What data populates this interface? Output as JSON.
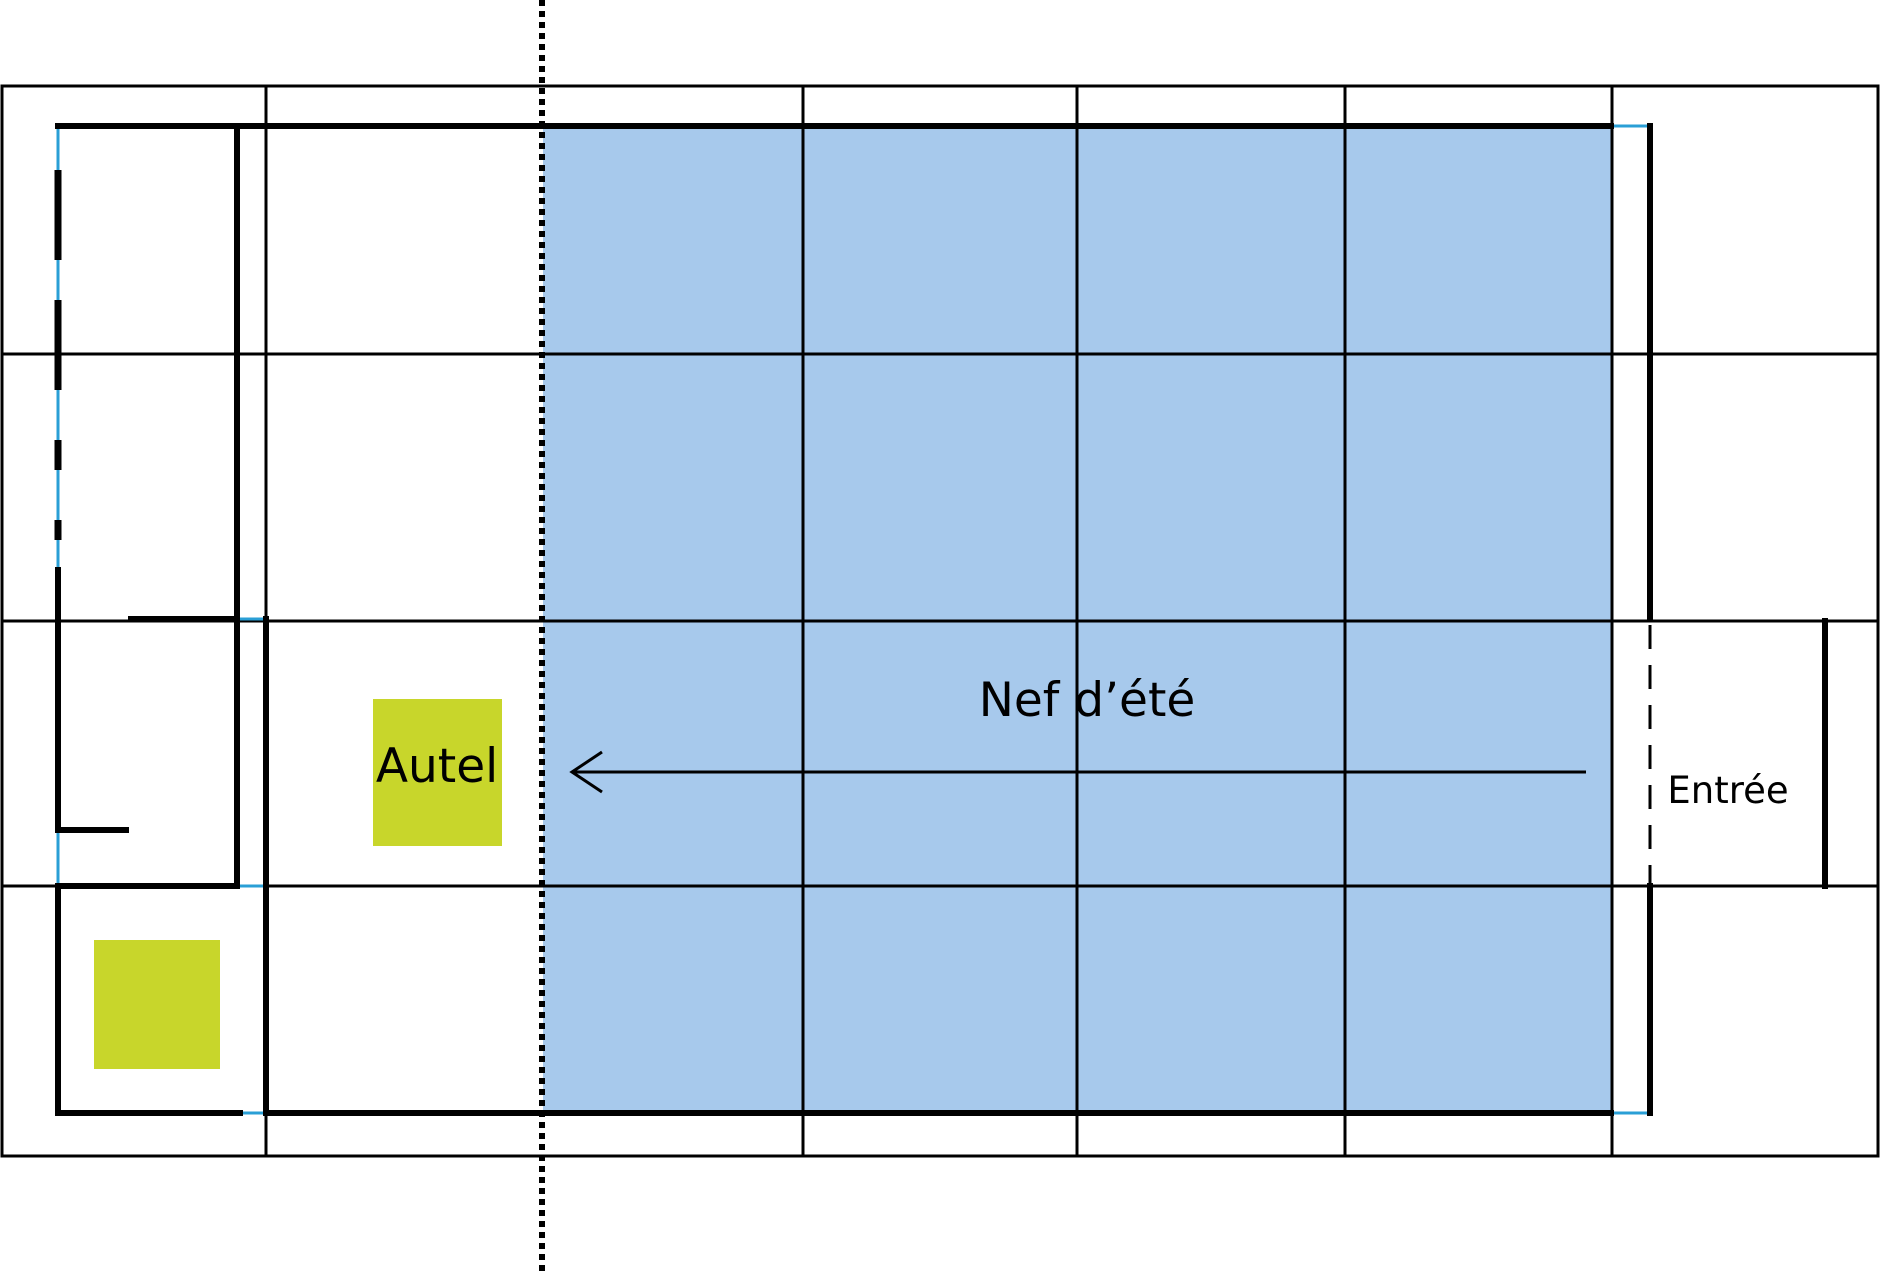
{
  "labels": {
    "nave": "Nef d’été",
    "altar": "Autel",
    "entrance": "Entrée"
  },
  "colors": {
    "nave_fill": "#a7c9ec",
    "altar_fill": "#c8d62b",
    "line": "#000000",
    "opening": "#2a9fd6"
  }
}
